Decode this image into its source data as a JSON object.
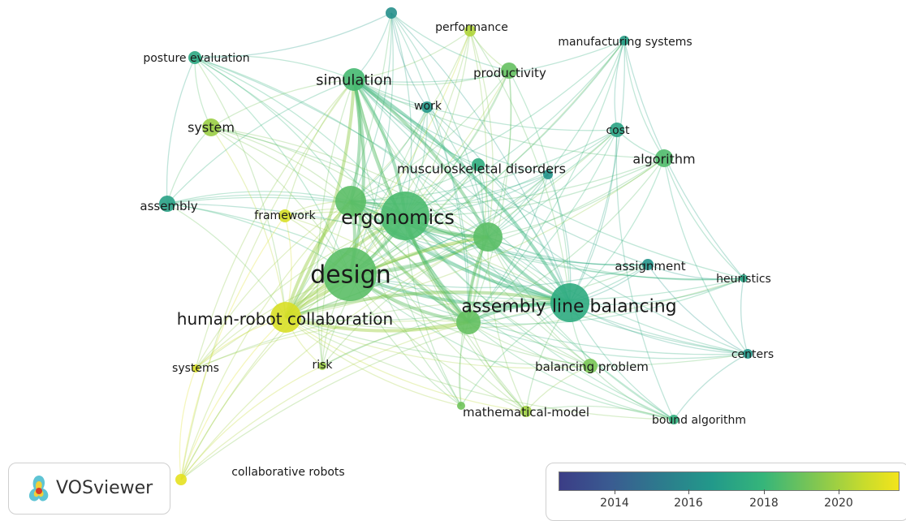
{
  "app": {
    "name": "VOSviewer"
  },
  "colors": {
    "edge_teal": "#3fb7a3",
    "edge_yellow": "#e8e21a",
    "edge_green": "#7ec34e",
    "label": "#1a1a1a"
  },
  "nodes": [
    {
      "label": "performance",
      "weight": 7,
      "year": 2020.2
    },
    {
      "label": "manufacturing systems",
      "weight": 6,
      "year": 2016.8
    },
    {
      "label": "posture evaluation",
      "weight": 7,
      "year": 2017.2
    },
    {
      "label": "simulation",
      "weight": 13,
      "year": 2018.2
    },
    {
      "label": "productivity",
      "weight": 9,
      "year": 2018.8
    },
    {
      "label": "work",
      "weight": 7,
      "year": 2016.4
    },
    {
      "label": "system",
      "weight": 10,
      "year": 2019.8
    },
    {
      "label": "cost",
      "weight": 9,
      "year": 2017.0
    },
    {
      "label": "algorithm",
      "weight": 11,
      "year": 2018.4
    },
    {
      "label": "musculoskeletal disorders",
      "weight": 6,
      "year": 2016.2
    },
    {
      "label": "assembly",
      "weight": 9,
      "year": 2016.9
    },
    {
      "label": "framework",
      "weight": 7,
      "year": 2021.0
    },
    {
      "label": "ergonomics",
      "weight": 22,
      "year": 2018.3
    },
    {
      "label": "design",
      "weight": 22,
      "year": 2018.6
    },
    {
      "label": "assignment",
      "weight": 7,
      "year": 2016.2
    },
    {
      "label": "heuristics",
      "weight": 5,
      "year": 2017.0
    },
    {
      "label": "human-robot collaboration",
      "weight": 18,
      "year": 2021.0
    },
    {
      "label": "assembly line balancing",
      "weight": 20,
      "year": 2017.4
    },
    {
      "label": "centers",
      "weight": 6,
      "year": 2016.4
    },
    {
      "label": "systems",
      "weight": 5,
      "year": 2021.0
    },
    {
      "label": "risk",
      "weight": 5,
      "year": 2019.8
    },
    {
      "label": "balancing problem",
      "weight": 9,
      "year": 2019.2
    },
    {
      "label": "mathematical-model",
      "weight": 7,
      "year": 2019.9
    },
    {
      "label": "bound algorithm",
      "weight": 6,
      "year": 2017.6
    },
    {
      "label": "collaborative robots",
      "weight": 6,
      "year": 2021.3
    }
  ],
  "color_scale": {
    "ticks": [
      "2014",
      "2016",
      "2018",
      "2020"
    ],
    "min_year": 2012.3,
    "max_year": 2021.6
  }
}
